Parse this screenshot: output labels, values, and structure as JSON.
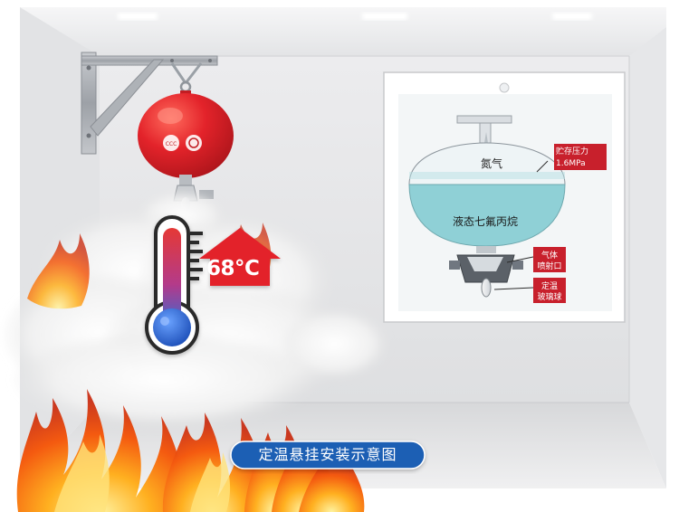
{
  "temperature_badge": {
    "text": "68°C"
  },
  "diagram": {
    "nitrogen": "氮气",
    "agent": "液态七氟丙烷",
    "pressure_line1": "贮存压力",
    "pressure_line2": "1.6MPa",
    "nozzle_line1": "气体",
    "nozzle_line2": "喷射口",
    "bulb_line1": "定温",
    "bulb_line2": "玻璃球"
  },
  "caption": {
    "text": "定温悬挂安装示意图"
  },
  "colors": {
    "extinguisher_red": "#e3232a",
    "caption_blue": "#1f5fb4",
    "label_red": "#c8202c",
    "liquid_teal": "#8fd0d6",
    "thermo_red": "#e53935",
    "thermo_blue": "#2f6fd8"
  },
  "icons": {
    "ccc_mark": "ccc-certification-icon",
    "brand_mark": "brand-logo-icon",
    "up_arrow": "temperature-up-arrow-icon",
    "thermometer": "thermometer-icon"
  }
}
